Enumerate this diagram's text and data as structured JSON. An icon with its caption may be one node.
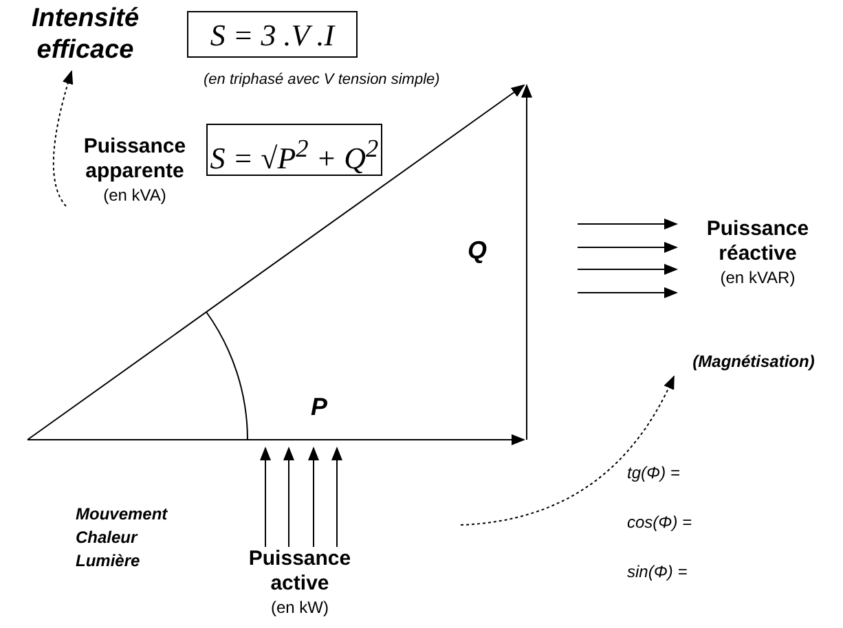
{
  "diagram": {
    "nodes": [
      {
        "text": [
          "Intensité efficace"
        ]
      },
      {
        "text": [
          "S  =  3 .V .I"
        ]
      },
      {
        "text": [
          "Puissance apparente",
          "(en kVA)"
        ]
      },
      {
        "text": [
          "S = √P$^{2}$ + Q$^{2}$"
        ]
      },
      {
        "text": [
          "Puissance réactive",
          "(en kVAR)"
        ]
      },
      {
        "text": [
          "(Magnétisation)"
        ]
      },
      {
        "text": [
          "Puissance active",
          "(en kW)"
        ]
      }
    ],
    "edges": [
      {
        "from": 2,
        "to": 0,
        "arrow": "to",
        "style": "dashed"
      },
      {
        "from": null,
        "to": 4,
        "arrow": "to"
      },
      {
        "from": null,
        "to": 4,
        "arrow": "to"
      },
      {
        "from": null,
        "to": 4,
        "arrow": "to"
      },
      {
        "from": null,
        "to": 4,
        "arrow": "to"
      },
      {
        "from": 6,
        "to": null,
        "arrow": "to"
      },
      {
        "from": 6,
        "to": null,
        "arrow": "to"
      },
      {
        "from": 6,
        "to": null,
        "arrow": "to"
      },
      {
        "from": 6,
        "to": null,
        "arrow": "to"
      },
      {
        "from": null,
        "to": 5,
        "arrow": "to",
        "style": "dashed"
      }
    ],
    "labels": [
      "(en triphasé avec V tension simple)",
      "Q",
      "P",
      "Mouvement Chaleur Lumière",
      "tg(*Φ*) =",
      "cos(*Φ*) =",
      "sin(*Φ*) ="
    ]
  }
}
